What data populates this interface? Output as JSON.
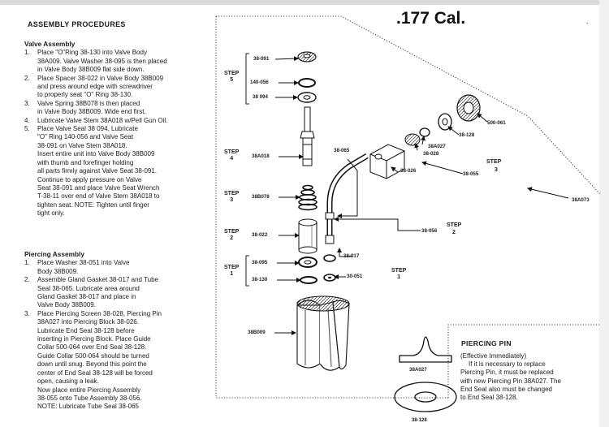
{
  "heading": "ASSEMBLY PROCEDURES",
  "title": ".177 Cal.",
  "valve_section": {
    "title": "Valve Assembly",
    "steps": [
      {
        "num": "1.",
        "lines": [
          "Place \"O\"Ring 38-130 into Valve Body",
          "38A009. Valve Washer 38-095 is then placed",
          "in Valve Body 38B009 flat side down."
        ]
      },
      {
        "num": "2.",
        "lines": [
          "Place Spacer 38-022 in Valve Body 38B009",
          "and press around edge with screwdriver",
          "to properly seat \"O\" Ring 38-130."
        ]
      },
      {
        "num": "3.",
        "lines": [
          "Valve Spring 38B078 is then placed",
          "in Valve Body 38B009. Wide end first."
        ]
      },
      {
        "num": "4.",
        "lines": [
          "Lubricate Valve Stem 38A018 w/Pell Gun Oil."
        ]
      },
      {
        "num": "5.",
        "lines": [
          "Place Valve Seal 38 094, Lubricate",
          "\"O\" Ring 140-056 and Valve Seat",
          "38-091 on Valve Stem 38A018.",
          "Insert entire unit into Valve Body 38B009",
          "with thumb and forefinger holding",
          "all parts firmly against Valve Seat 38-091.",
          "Continue to apply pressure on Valve",
          "Seat 38-091 and place Valve Seat Wrench",
          "T-38-11 over end of Valve Stem 38A018 to",
          "tighten seat. NOTE: Tighten until finger",
          "tight only."
        ]
      }
    ]
  },
  "piercing_section": {
    "title": "Piercing Assembly",
    "steps": [
      {
        "num": "1.",
        "lines": [
          "Place Washer 38-051 into Valve",
          "Body 38B009."
        ]
      },
      {
        "num": "2.",
        "lines": [
          "Assemble Gland Gasket 38-017 and Tube",
          "Seal 38-065. Lubricate area around",
          "Gland Gasket 38-017 and place in",
          "Valve Body 38B009."
        ]
      },
      {
        "num": "3.",
        "lines": [
          "Place Piercing Screen 38-028, Piercing Pin",
          "38A027 into Piercing Block 38-026.",
          "Lubricate End Seal 38-128 before",
          "inserting in Piercing Block. Place Guide",
          "Collar 500-064 over End Seal 38-128.",
          "Guide Collar 500-064 should be turned",
          "down until snug. Beyond this point the",
          "center of End Seal 38-128 will be forced",
          "open, causing a leak.",
          "Now place entire Piercing Assembly",
          "38-055 onto Tube Assembly 38-056.",
          "NOTE: Lubricate Tube Seal 38-065"
        ]
      }
    ]
  },
  "diagram": {
    "left_steps": [
      {
        "word": "STEP",
        "num": "5"
      },
      {
        "word": "STEP",
        "num": "4"
      },
      {
        "word": "STEP",
        "num": "3"
      },
      {
        "word": "STEP",
        "num": "2"
      },
      {
        "word": "STEP",
        "num": "1"
      }
    ],
    "right_steps": [
      {
        "word": "STEP",
        "num": "3"
      },
      {
        "word": "STEP",
        "num": "2"
      },
      {
        "word": "STEP",
        "num": "1"
      }
    ],
    "part_labels": {
      "p38_091": "38-091",
      "p140_056": "140-056",
      "p38_094": "38 094",
      "p38A018": "38A018",
      "p38B078": "38B078",
      "p38_022": "38-022",
      "p38_095": "38-095",
      "p38_130": "38-130",
      "p38_051": "30-051",
      "p38_017": "38-017",
      "p38B009": "38B009",
      "p38_065": "38-065",
      "p38_026": "38-026",
      "p38_055": "38-055",
      "p38_028": "38-028",
      "p38A027": "38A027",
      "p38_128": "38-128",
      "p500_064": "500-061",
      "p38_056": "38-056",
      "p38A073": "38A073"
    }
  },
  "piercing_pin": {
    "title": "PIERCING PIN",
    "label": "38A027",
    "label2": "38-128",
    "subtitle": "(Effective Immediately)",
    "lines": [
      "If it is necessary to replace",
      "Piercing Pin, it must be replaced",
      "with new Piercing Pin 38A027. The",
      "End Seal also must be changed",
      "to End Seal 38-128."
    ]
  }
}
